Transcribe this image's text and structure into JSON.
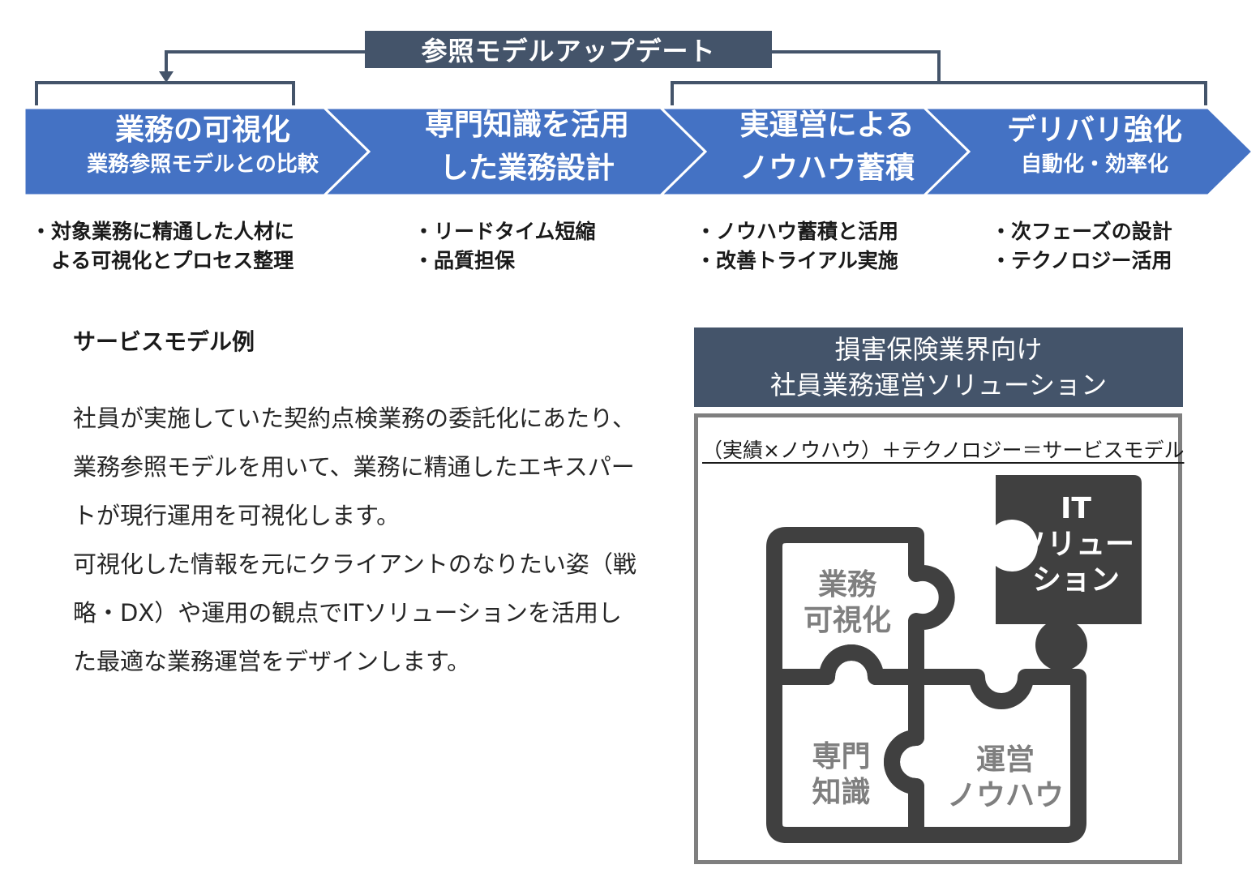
{
  "banner": {
    "label": "参照モデルアップデート"
  },
  "stages": [
    {
      "title": "業務の可視化",
      "subtitle": "業務参照モデルとの比較",
      "bullets": [
        "・対象業務に精通した人材に",
        "　よる可視化とプロセス整理"
      ]
    },
    {
      "title": "専門知識を活用",
      "subtitle": "した業務設計",
      "bullets": [
        "・リードタイム短縮",
        "・品質担保"
      ]
    },
    {
      "title": "実運営による",
      "subtitle": "ノウハウ蓄積",
      "bullets": [
        "・ノウハウ蓄積と活用",
        "・改善トライアル実施"
      ]
    },
    {
      "title": "デリバリ強化",
      "subtitle": "自動化・効率化",
      "bullets": [
        "・次フェーズの設計",
        "・テクノロジー活用"
      ]
    }
  ],
  "sample": {
    "heading": "サービスモデル例",
    "paragraphs": [
      "社員が実施していた契約点検業務の委託化にあたり、業務参照モデルを用いて、業務に精通したエキスパートが現行運用を可視化します。",
      "可視化した情報を元にクライアントのなりたい姿（戦略・DX）や運用の観点でITソリューションを活用した最適な業務運営をデザインします。"
    ]
  },
  "solution": {
    "title_line1": "損害保険業界向け",
    "title_line2": "社員業務運営ソリューション",
    "formula": "（実績×ノウハウ）＋テクノロジー＝サービスモデル",
    "pieces": {
      "visualization": [
        "業務",
        "可視化"
      ],
      "expertise": [
        "専門",
        "知識"
      ],
      "operations": [
        "運営",
        "ノウハウ"
      ],
      "it": [
        "IT",
        "ソリュー",
        "ション"
      ]
    }
  },
  "colors": {
    "chevron": "#4472c4",
    "banner": "#44546a",
    "connector": "#44546a",
    "piece_dark": "#404040",
    "piece_label": "#7f7f7f"
  }
}
